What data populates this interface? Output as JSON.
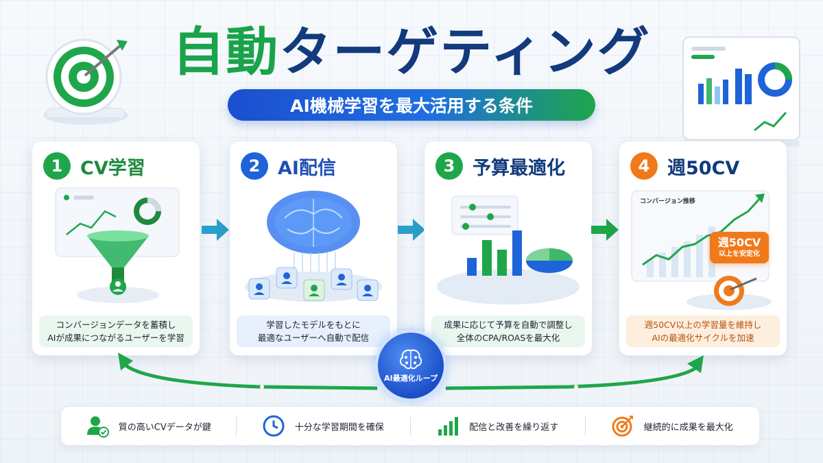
{
  "header": {
    "title_part1": "自動",
    "title_part2": "ターゲティング",
    "subtitle": "AI機械学習を最大活用する条件"
  },
  "colors": {
    "green": "#1aa34a",
    "navy": "#123a7c",
    "blue": "#1e63d8",
    "orange": "#f07a1a"
  },
  "steps": [
    {
      "number": "1",
      "title": "CV学習",
      "caption_line1": "コンバージョンデータを蓄積し",
      "caption_line2": "AIが成果につながるユーザーを学習"
    },
    {
      "number": "2",
      "title": "AI配信",
      "caption_line1": "学習したモデルをもとに",
      "caption_line2": "最適なユーザーへ自動で配信"
    },
    {
      "number": "3",
      "title": "予算最適化",
      "caption_line1": "成果に応じて予算を自動で調整し",
      "caption_line2": "全体のCPA/ROASを最大化"
    },
    {
      "number": "4",
      "title": "週50CV",
      "caption_line1": "週50CV以上の学習量を維持し",
      "caption_line2": "AIの最適化サイクルを加速",
      "chart_label": "コンバージョン推移",
      "badge_line1": "週50CV",
      "badge_line2": "以上を安定化"
    }
  ],
  "loop": {
    "label": "AI最適化ループ"
  },
  "features": [
    {
      "icon": "user-check-icon",
      "text": "質の高いCVデータが鍵"
    },
    {
      "icon": "clock-icon",
      "text": "十分な学習期間を確保"
    },
    {
      "icon": "bar-chart-icon",
      "text": "配信と改善を繰り返す"
    },
    {
      "icon": "target-icon",
      "text": "継続的に成果を最大化"
    }
  ]
}
